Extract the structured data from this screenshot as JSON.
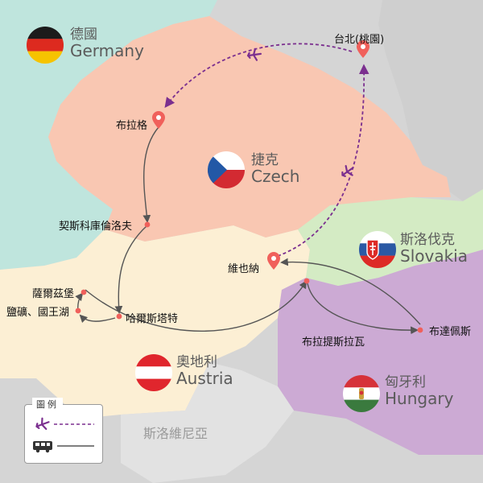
{
  "countries": {
    "germany": {
      "zh": "德國",
      "en": "Germany"
    },
    "czech": {
      "zh": "捷克",
      "en": "Czech"
    },
    "slovakia": {
      "zh": "斯洛伐克",
      "en": "Slovakia"
    },
    "austria": {
      "zh": "奧地利",
      "en": "Austria"
    },
    "hungary": {
      "zh": "匈牙利",
      "en": "Hungary"
    },
    "slovenia": {
      "zh": "斯洛維尼亞"
    }
  },
  "cities": {
    "taipei": "台北(桃園)",
    "prague": "布拉格",
    "cesky_krumlov": "契斯科庫倫洛夫",
    "vienna": "維也納",
    "salzburg": "薩爾茲堡",
    "salt_lake": "鹽礦、國王湖",
    "hallstatt": "哈爾斯塔特",
    "bratislava": "布拉提斯拉瓦",
    "budapest": "布達佩斯"
  },
  "legend": {
    "title": "圖例",
    "flight_icon": "airplane-icon",
    "bus_icon": "bus-icon"
  },
  "colors": {
    "germany": "#bfe5dd",
    "czech": "#f9c7b2",
    "slovakia": "#d4ebc4",
    "austria": "#fcefd4",
    "hungary": "#ccaad4",
    "neighbors": "#d5d5d5",
    "flight_route": "#7b2f8f",
    "ground_route": "#555555",
    "pin": "#f0605b"
  }
}
